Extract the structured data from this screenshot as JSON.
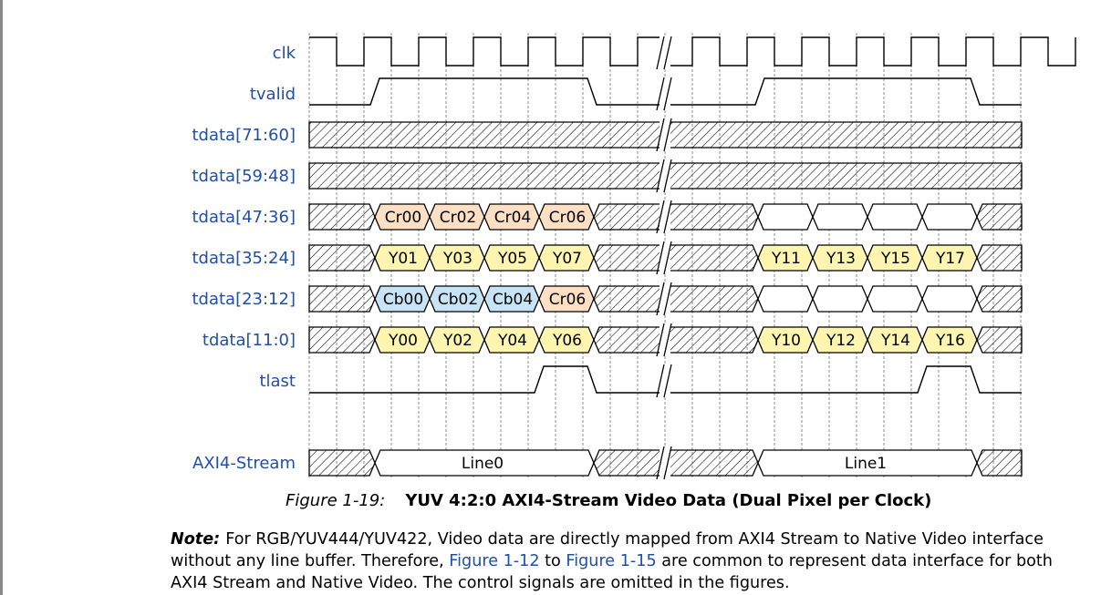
{
  "signals": [
    {
      "id": "clk",
      "label": "clk"
    },
    {
      "id": "tvalid",
      "label": "tvalid"
    },
    {
      "id": "tdata7160",
      "label": "tdata[71:60]"
    },
    {
      "id": "tdata5948",
      "label": "tdata[59:48]"
    },
    {
      "id": "tdata4736",
      "label": "tdata[47:36]"
    },
    {
      "id": "tdata3524",
      "label": "tdata[35:24]"
    },
    {
      "id": "tdata2312",
      "label": "tdata[23:12]"
    },
    {
      "id": "tdata110",
      "label": "tdata[11:0]"
    },
    {
      "id": "tlast",
      "label": "tlast"
    },
    {
      "id": "axi4stream",
      "label": "AXI4-Stream"
    }
  ],
  "bus_values": {
    "tdata4736": {
      "line0": [
        "Cr00",
        "Cr02",
        "Cr04",
        "Cr06"
      ],
      "line1": [
        "",
        "",
        "",
        ""
      ]
    },
    "tdata3524": {
      "line0": [
        "Y01",
        "Y03",
        "Y05",
        "Y07"
      ],
      "line1": [
        "Y11",
        "Y13",
        "Y15",
        "Y17"
      ]
    },
    "tdata2312": {
      "line0": [
        "Cb00",
        "Cb02",
        "Cb04",
        "Cr06"
      ],
      "line1": [
        "",
        "",
        "",
        ""
      ]
    },
    "tdata110": {
      "line0": [
        "Y00",
        "Y02",
        "Y04",
        "Y06"
      ],
      "line1": [
        "Y10",
        "Y12",
        "Y14",
        "Y16"
      ]
    }
  },
  "stream_lines": [
    "Line0",
    "Line1"
  ],
  "colors": {
    "label": "#1f4fa8",
    "cr_fill": "#fde0c4",
    "y_fill": "#fdf5b0",
    "cb_fill": "#c7e3f6",
    "empty_fill": "#ffffff",
    "hatch": "#000000"
  },
  "caption": {
    "number": "Figure 1-19:",
    "title": "YUV 4:2:0 AXI4-Stream Video Data (Dual Pixel per Clock)"
  },
  "note": {
    "label": "Note:",
    "text1": "For RGB/YUV444/YUV422, Video data are directly mapped from AXI4 Stream to Native Video interface without any line buffer. Therefore, ",
    "link1": "Figure 1-12",
    "mid": " to ",
    "link2": "Figure 1-15",
    "text2": " are common to represent data interface for both AXI4 Stream and Native Video. The control signals are omitted in the figures."
  }
}
